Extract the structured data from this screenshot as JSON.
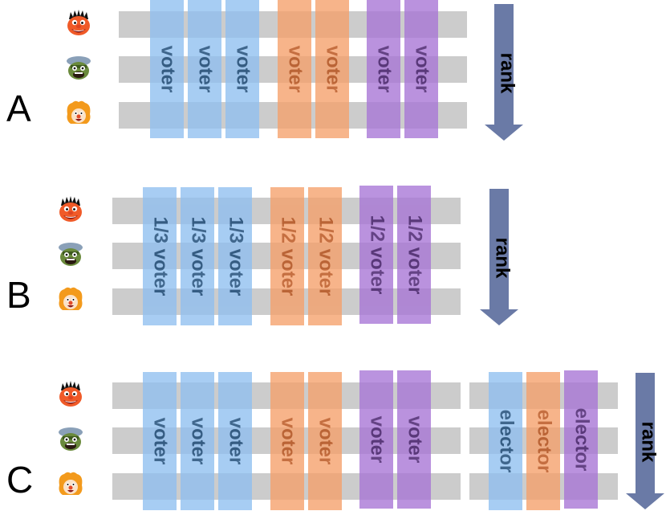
{
  "colors": {
    "blue_fill": "#8fbff0",
    "blue_text": "#0b3d6e",
    "orange_fill": "#f5a06a",
    "orange_text": "#b6470c",
    "purple_fill": "#a774d6",
    "purple_text": "#3a0f63",
    "row_bar": "#cccccc",
    "arrow": "#6a7aa6"
  },
  "rank_label": "rank",
  "candidates": [
    "ernie-face-icon",
    "oscar-face-icon",
    "orange-hair-face-icon"
  ],
  "panels": [
    {
      "label": "A",
      "columns": [
        {
          "text": "voter",
          "group": "blue"
        },
        {
          "text": "voter",
          "group": "blue"
        },
        {
          "text": "voter",
          "group": "blue"
        },
        {
          "text": "voter",
          "group": "orange"
        },
        {
          "text": "voter",
          "group": "orange"
        },
        {
          "text": "voter",
          "group": "purple"
        },
        {
          "text": "voter",
          "group": "purple"
        }
      ]
    },
    {
      "label": "B",
      "columns": [
        {
          "text": "1/3 voter",
          "group": "blue"
        },
        {
          "text": "1/3 voter",
          "group": "blue"
        },
        {
          "text": "1/3 voter",
          "group": "blue"
        },
        {
          "text": "1/2 voter",
          "group": "orange"
        },
        {
          "text": "1/2 voter",
          "group": "orange"
        },
        {
          "text": "1/2 voter",
          "group": "purple"
        },
        {
          "text": "1/2 voter",
          "group": "purple"
        }
      ]
    },
    {
      "label": "C",
      "columns": [
        {
          "text": "voter",
          "group": "blue"
        },
        {
          "text": "voter",
          "group": "blue"
        },
        {
          "text": "voter",
          "group": "blue"
        },
        {
          "text": "voter",
          "group": "orange"
        },
        {
          "text": "voter",
          "group": "orange"
        },
        {
          "text": "voter",
          "group": "purple"
        },
        {
          "text": "voter",
          "group": "purple"
        }
      ],
      "electors": [
        {
          "text": "elector",
          "group": "blue"
        },
        {
          "text": "elector",
          "group": "orange"
        },
        {
          "text": "elector",
          "group": "purple"
        }
      ]
    }
  ]
}
